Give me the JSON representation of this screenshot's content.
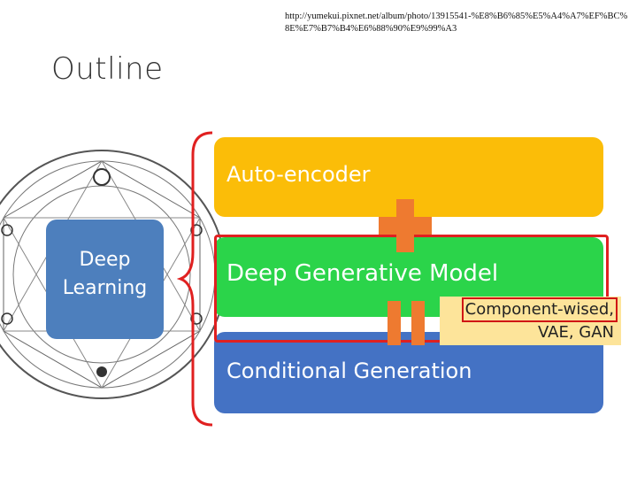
{
  "source_url": "http://yumekui.pixnet.net/album/photo/13915541-%E8%B6%85%E5%A4%A7%EF%BC%8E%E7%B7%B4%E6%88%90%E9%99%A3",
  "slide": {
    "title": "Outline"
  },
  "left_box": {
    "line1": "Deep",
    "line2": "Learning"
  },
  "bars": {
    "auto_encoder": "Auto-encoder",
    "deep_generative_model": "Deep Generative Model",
    "conditional_generation": "Conditional Generation"
  },
  "note": {
    "line1": "Component-wised,",
    "line2": "VAE, GAN"
  },
  "colors": {
    "auto_encoder": "#fbbd08",
    "deep_generative_model": "#2bd44a",
    "conditional_generation": "#4472c4",
    "deep_learning_box": "#4d7fbd",
    "symbol_orange": "#ee7a30",
    "highlight_red": "#e02020",
    "note_bg": "#fde49a"
  }
}
